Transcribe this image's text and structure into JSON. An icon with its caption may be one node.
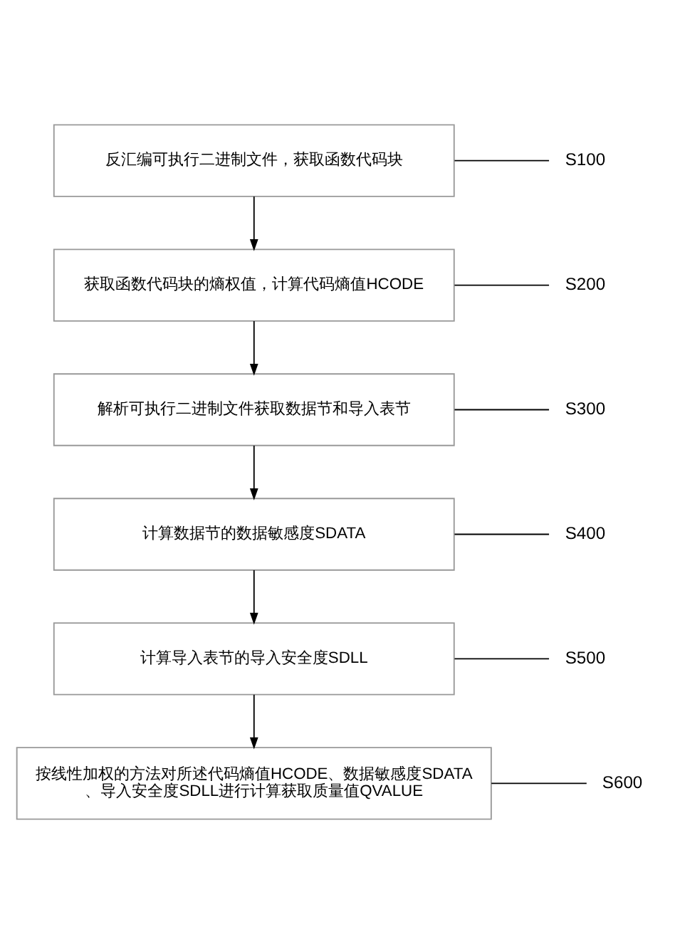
{
  "diagram": {
    "nodes": [
      {
        "text": [
          "反汇编可执行二进制文件，获取函数代码块"
        ]
      },
      {
        "text": [
          "获取函数代码块的熵权值，计算代码熵值HCODE"
        ]
      },
      {
        "text": [
          "解析可执行二进制文件获取数据节和导入表节"
        ]
      },
      {
        "text": [
          "计算数据节的数据敏感度SDATA"
        ]
      },
      {
        "text": [
          "计算导入表节的导入安全度SDLL"
        ]
      },
      {
        "text": [
          "按线性加权的方法对所述代码熵值HCODE、数据敏感度SDATA、导入安全度SDLL进行计算获取质量值QVALUE"
        ]
      },
      {
        "text": [
          "S100"
        ]
      },
      {
        "text": [
          "S200"
        ]
      },
      {
        "text": [
          "S300"
        ]
      },
      {
        "text": [
          "S400"
        ]
      },
      {
        "text": [
          "S500"
        ]
      },
      {
        "text": [
          "S600"
        ]
      }
    ],
    "edges": [
      {
        "from": 0,
        "to": 1,
        "arrow": "to"
      },
      {
        "from": 1,
        "to": 2,
        "arrow": "to"
      },
      {
        "from": 2,
        "to": 3,
        "arrow": "to"
      },
      {
        "from": 3,
        "to": 4,
        "arrow": "to"
      },
      {
        "from": 4,
        "to": 5,
        "arrow": "to"
      },
      {
        "from": 6,
        "to": 0,
        "arrow": "none"
      },
      {
        "from": 7,
        "to": 1,
        "arrow": "none"
      },
      {
        "from": 8,
        "to": 2,
        "arrow": "none"
      },
      {
        "from": 9,
        "to": 3,
        "arrow": "none"
      },
      {
        "from": 10,
        "to": 4,
        "arrow": "none"
      },
      {
        "from": 11,
        "to": 5,
        "arrow": "none"
      }
    ]
  }
}
